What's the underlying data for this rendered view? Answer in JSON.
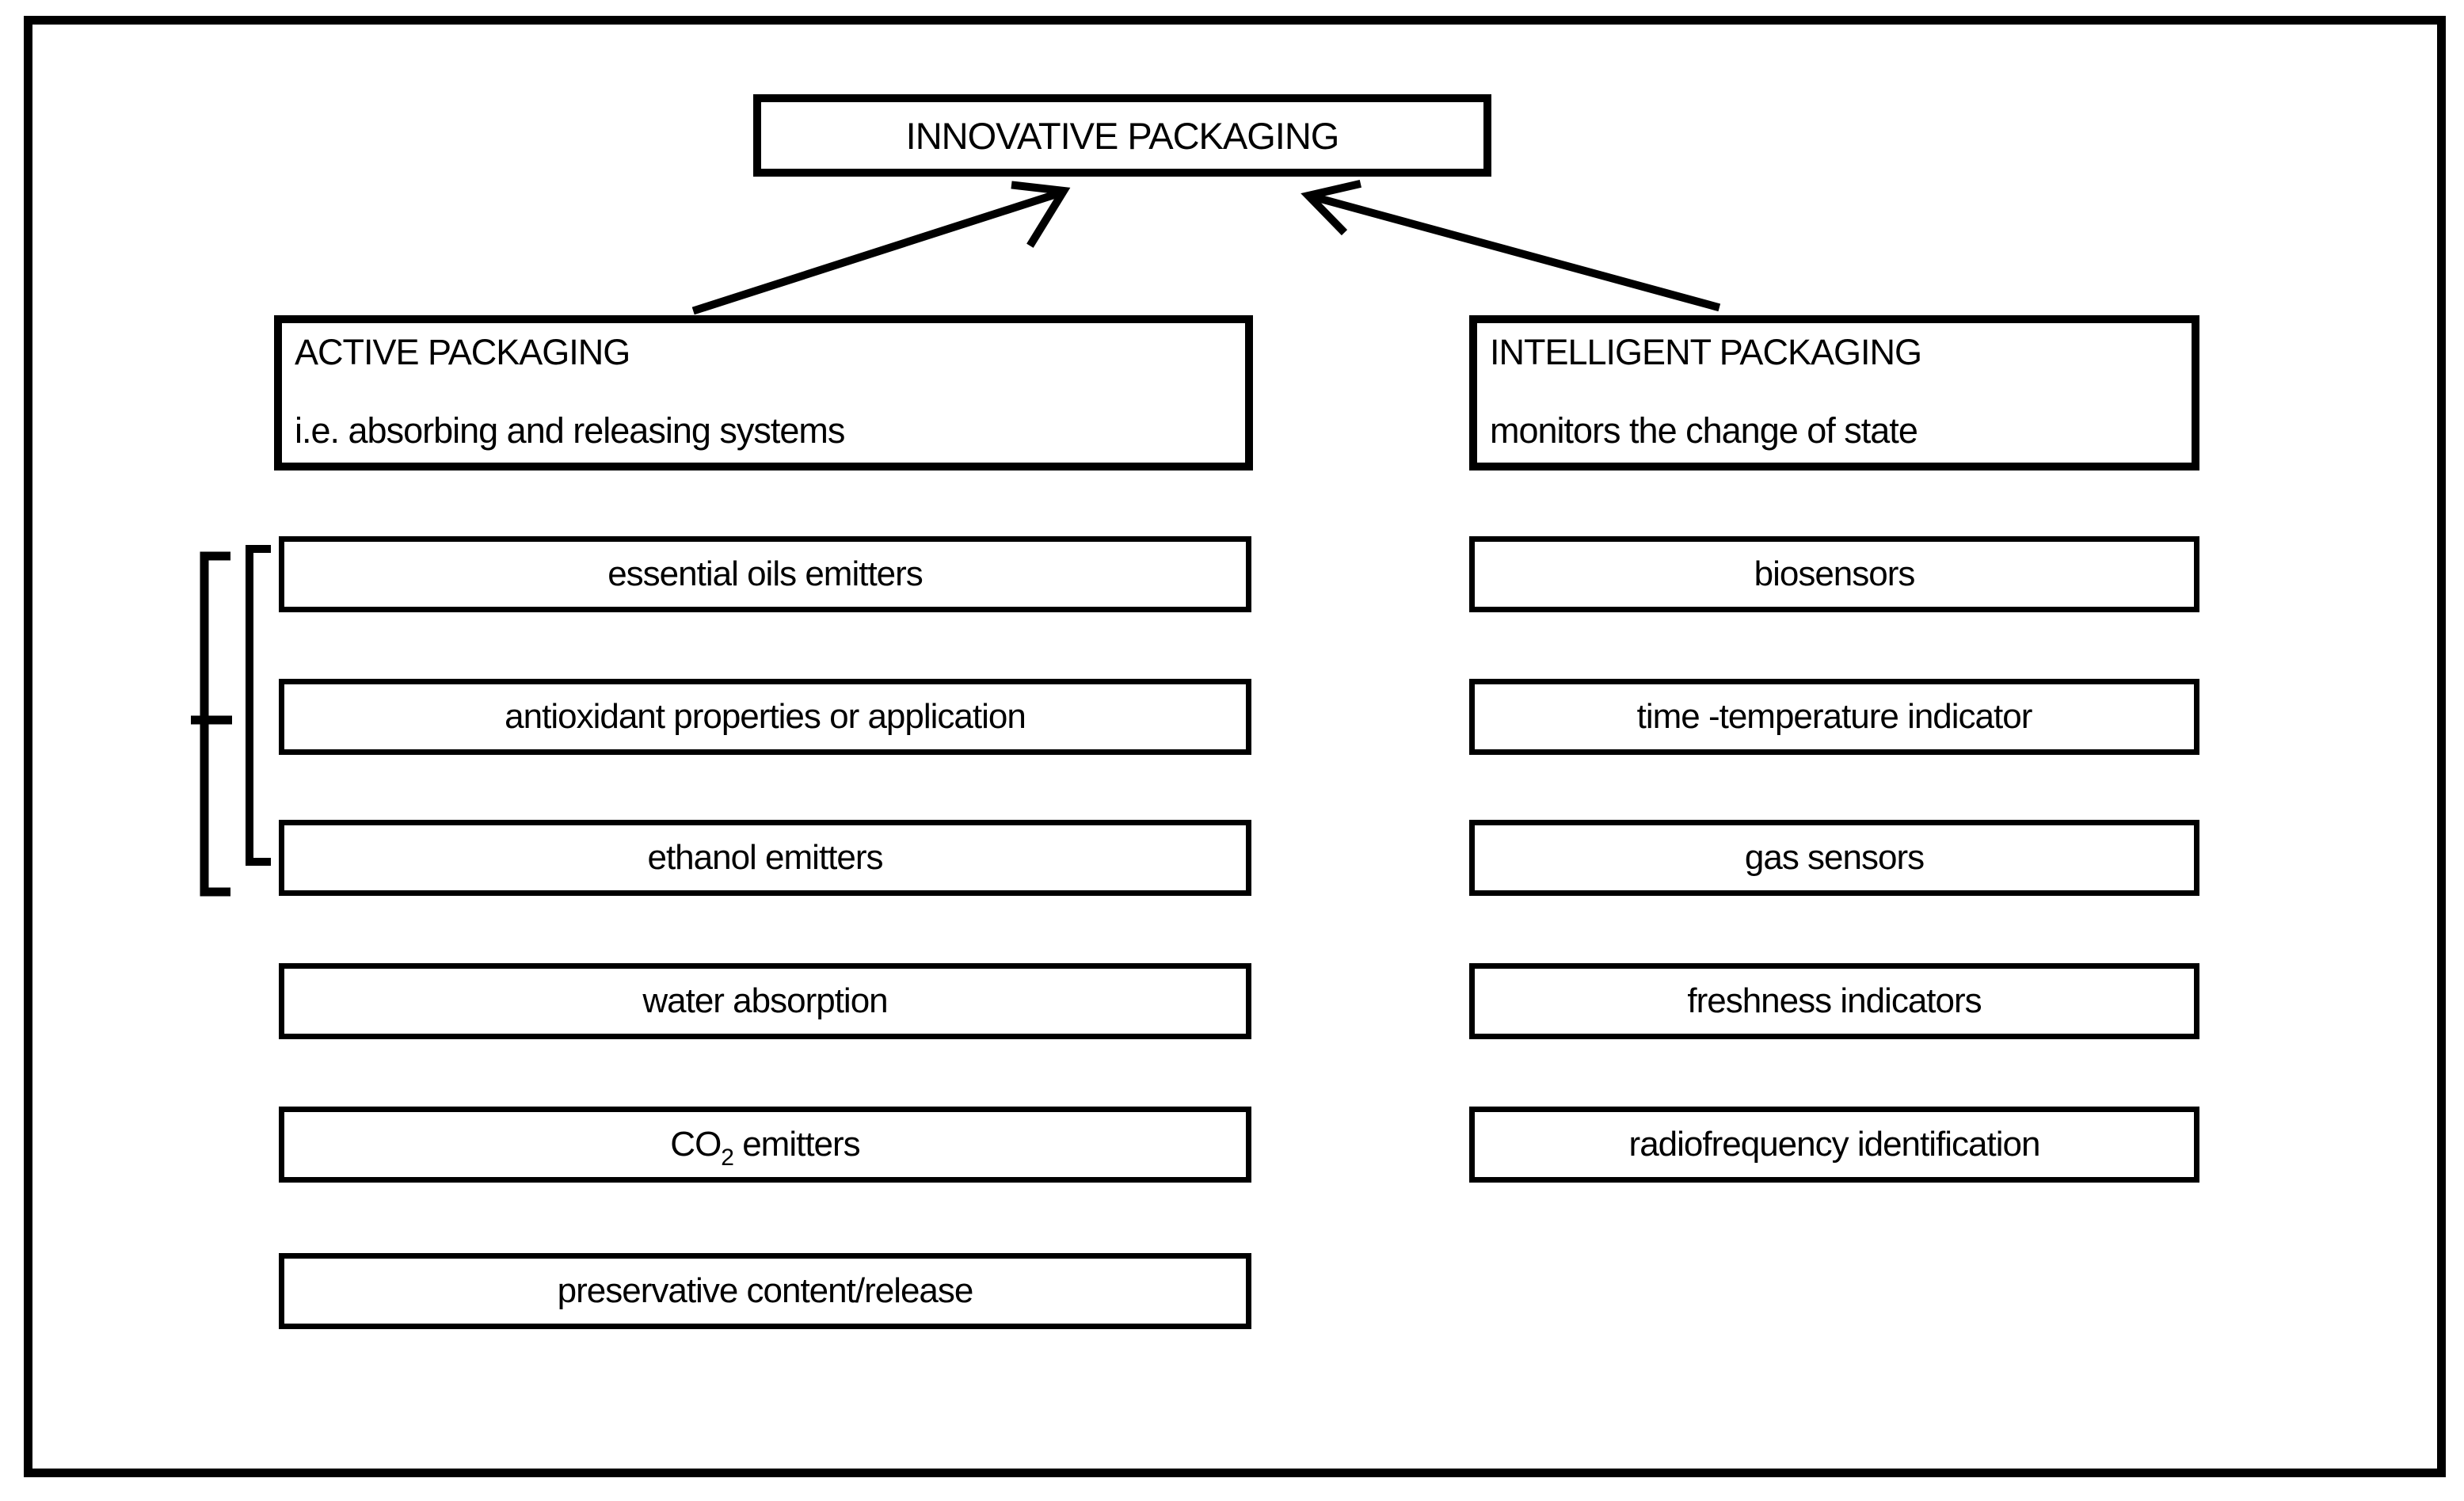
{
  "diagram": {
    "title": "INNOVATIVE PACKAGING",
    "left_branch": {
      "heading_line1": "ACTIVE PACKAGING",
      "heading_line2": "i.e. absorbing and releasing systems",
      "items": [
        {
          "label": "essential oils emitters"
        },
        {
          "label": "antioxidant properties or application"
        },
        {
          "label": "ethanol emitters"
        },
        {
          "label": "water absorption"
        },
        {
          "pre": "CO",
          "sub": "2",
          "post": " emitters"
        },
        {
          "label": "preservative content/release"
        }
      ]
    },
    "right_branch": {
      "heading_line1": "INTELLIGENT PACKAGING",
      "heading_line2": "monitors the change of state",
      "items": [
        {
          "label": "biosensors"
        },
        {
          "label": "time -temperature indicator"
        },
        {
          "label": "gas sensors"
        },
        {
          "label": "freshness indicators"
        },
        {
          "label": "radiofrequency identification"
        }
      ]
    },
    "colors": {
      "line": "#000000",
      "background": "#ffffff"
    }
  }
}
